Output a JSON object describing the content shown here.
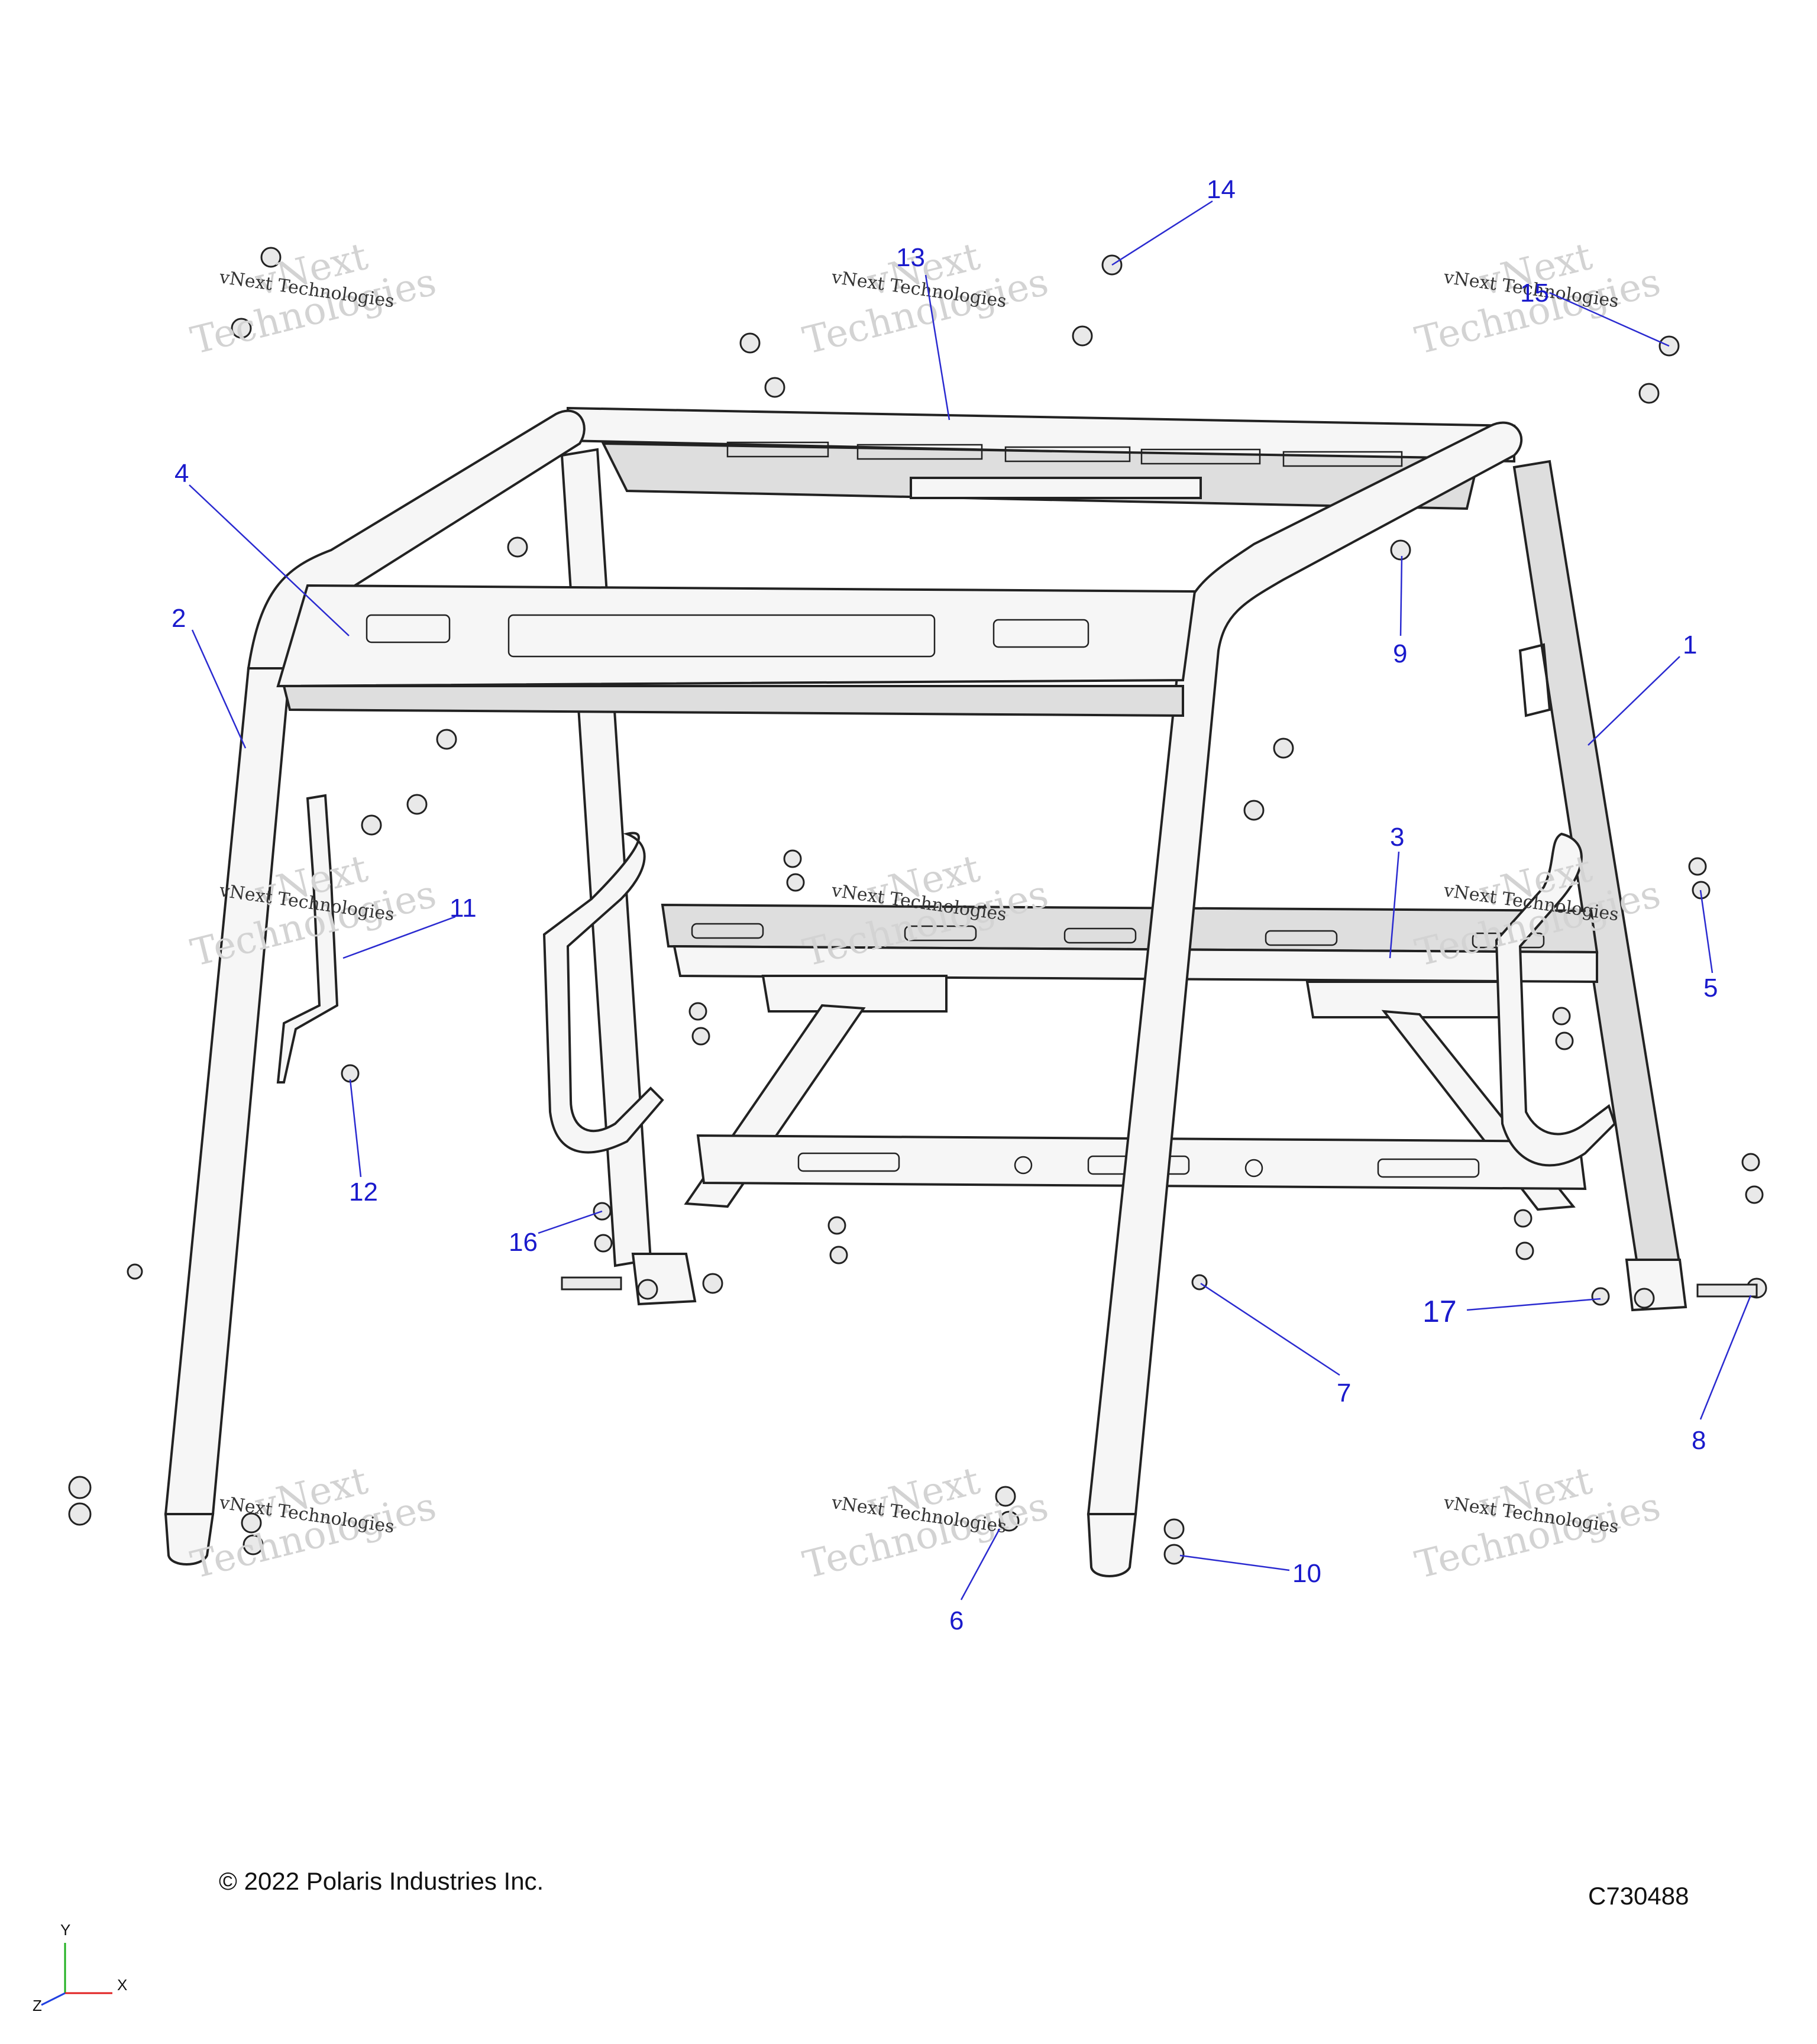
{
  "diagram": {
    "callout_color": "#1a1acc",
    "callouts": [
      {
        "id": "1",
        "label": "1"
      },
      {
        "id": "2",
        "label": "2"
      },
      {
        "id": "3",
        "label": "3"
      },
      {
        "id": "4",
        "label": "4"
      },
      {
        "id": "5",
        "label": "5"
      },
      {
        "id": "6",
        "label": "6"
      },
      {
        "id": "7",
        "label": "7"
      },
      {
        "id": "8",
        "label": "8"
      },
      {
        "id": "9",
        "label": "9"
      },
      {
        "id": "10",
        "label": "10"
      },
      {
        "id": "11",
        "label": "11"
      },
      {
        "id": "12",
        "label": "12"
      },
      {
        "id": "13",
        "label": "13"
      },
      {
        "id": "14",
        "label": "14"
      },
      {
        "id": "15",
        "label": "15"
      },
      {
        "id": "16",
        "label": "16"
      },
      {
        "id": "17",
        "label": "17"
      }
    ]
  },
  "watermark": {
    "line1": "vNext",
    "line2": "Technologies",
    "small": "vNext Technologies"
  },
  "footer": {
    "copyright": "© 2022 Polaris Industries Inc.",
    "drawing_number": "C730488"
  },
  "axes": {
    "x": "X",
    "y": "Y",
    "z": "Z",
    "x_color": "#e02020",
    "y_color": "#20b020",
    "z_color": "#2040e0"
  }
}
